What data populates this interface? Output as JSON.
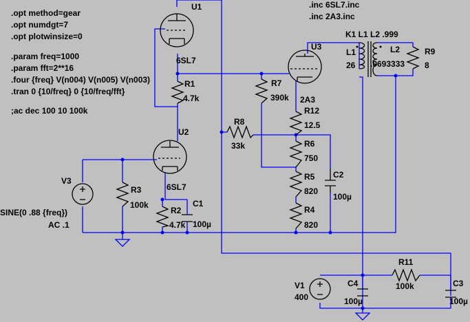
{
  "directives": {
    "opt_method": ".opt method=gear",
    "opt_numdgt": ".opt numdgt=7",
    "opt_plotwinsize": ".opt plotwinsize=0",
    "param_freq": ".param freq=1000",
    "param_fft": ".param fft=2**16",
    "four": ".four {freq} V(n004) V(n005) V(n003)",
    "tran": ".tran 0 {10/freq} 0 {10/freq/fft}",
    "ac": ";ac dec 100 10 100k",
    "inc_6sl7": ".inc 6SL7.inc",
    "inc_2a3": ".inc 2A3.inc",
    "coupling": "K1 L1 L2 .999"
  },
  "components": {
    "U1": {
      "ref": "U1",
      "value": "6SL7"
    },
    "U2": {
      "ref": "U2",
      "value": "6SL7"
    },
    "U3": {
      "ref": "U3",
      "value": "2A3"
    },
    "R1": {
      "ref": "R1",
      "value": "4.7k"
    },
    "R2": {
      "ref": "R2",
      "value": "4.7k"
    },
    "R3": {
      "ref": "R3",
      "value": "100k"
    },
    "R4": {
      "ref": "R4",
      "value": "820"
    },
    "R5": {
      "ref": "R5",
      "value": "820"
    },
    "R6": {
      "ref": "R6",
      "value": "750"
    },
    "R7": {
      "ref": "R7",
      "value": "390k"
    },
    "R8": {
      "ref": "R8",
      "value": "33k"
    },
    "R9": {
      "ref": "R9",
      "value": "8"
    },
    "R11": {
      "ref": "R11",
      "value": "100k"
    },
    "R12": {
      "ref": "R12",
      "value": "12.5"
    },
    "C1": {
      "ref": "C1",
      "value": "100µ"
    },
    "C2": {
      "ref": "C2",
      "value": "100µ"
    },
    "C3": {
      "ref": "C3",
      "value": "100µ"
    },
    "C4": {
      "ref": "C4",
      "value": "100µ"
    },
    "L1": {
      "ref": "L1",
      "value": "26"
    },
    "L2": {
      "ref": "L2",
      "value": ".0693333"
    },
    "V1": {
      "ref": "V1",
      "value": "400"
    },
    "V3": {
      "ref": "V3",
      "value": "SINE(0 .88 {freq})",
      "ac": "AC .1"
    }
  }
}
